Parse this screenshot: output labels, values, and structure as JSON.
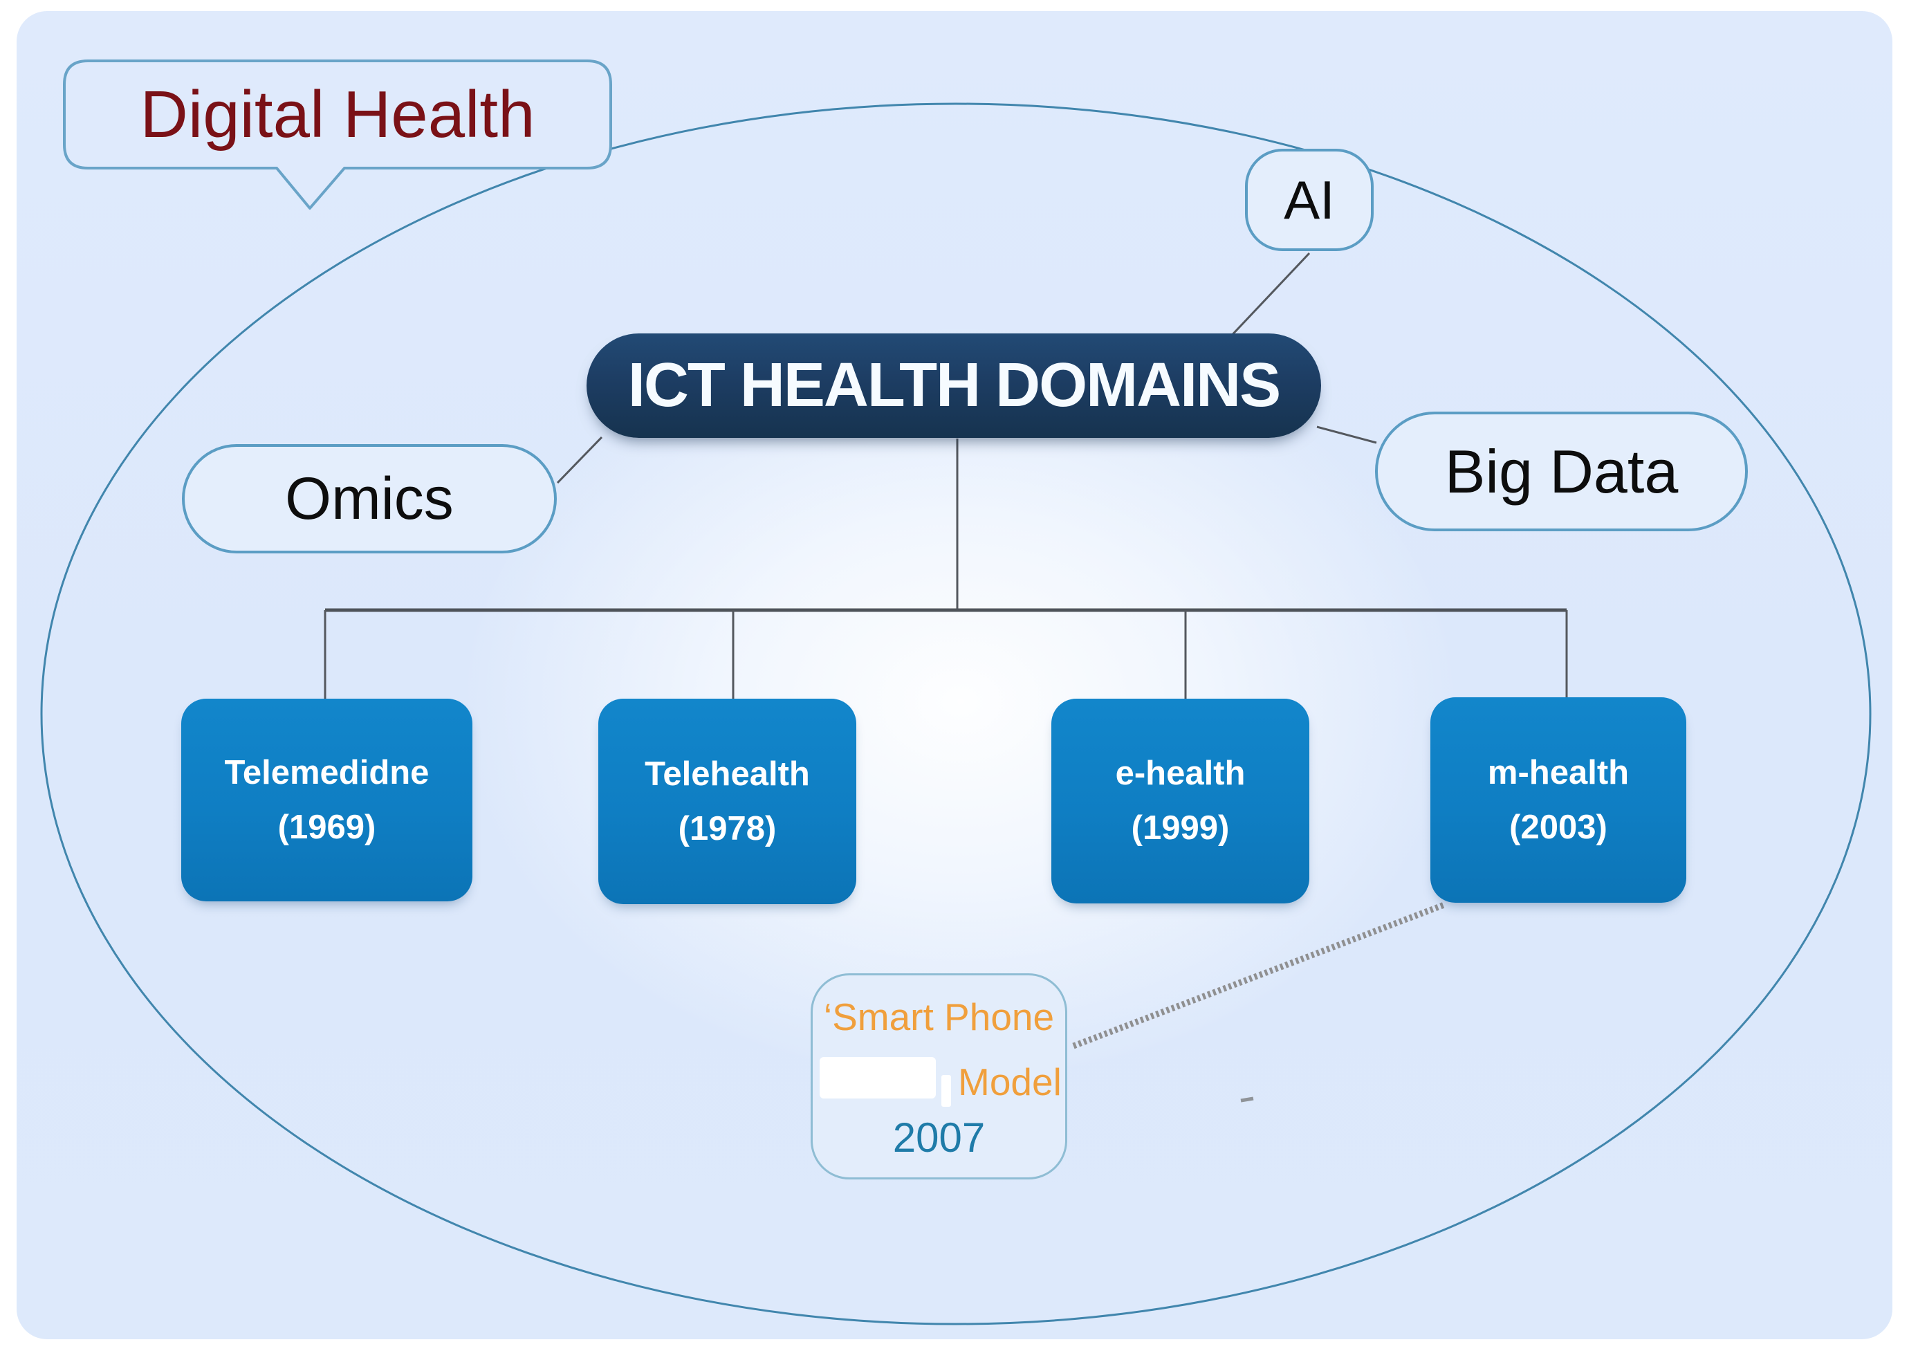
{
  "diagram": {
    "title": "Digital Health",
    "central": "ICT HEALTH DOMAINS",
    "satellites": [
      {
        "label": "AI"
      },
      {
        "label": "Omics"
      },
      {
        "label": "Big Data"
      }
    ],
    "domains": [
      {
        "name": "Telemedidne",
        "year": "(1969)"
      },
      {
        "name": "Telehealth",
        "year": "(1978)"
      },
      {
        "name": "e-health",
        "year": "(1999)"
      },
      {
        "name": "m-health",
        "year": "(2003)"
      }
    ],
    "annotation": {
      "line1": "‘Smart Phone",
      "model": "Model",
      "year": "2007"
    },
    "colors": {
      "domain_box_blue": "#0f7ec3",
      "central_navy": "#1d3d63",
      "title_maroon": "#7a1117",
      "satellite_border_blue": "#5b9dc4",
      "ellipse_stroke": "#4186ad",
      "annotation_orange": "#f09f3c",
      "annotation_teal": "#1f7ba8",
      "connector_gray": "#54585e"
    }
  }
}
